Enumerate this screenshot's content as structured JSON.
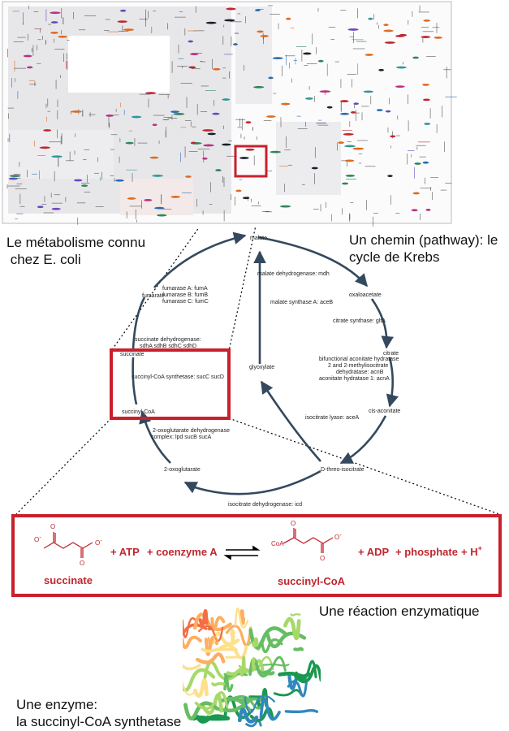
{
  "captions": {
    "metabolism": "Le métabolisme connu\n chez E. coli",
    "pathway": "Un chemin (pathway): le\ncycle de Krebs",
    "reaction": "Une réaction enzymatique",
    "enzyme": "Une enzyme:\nla succinyl-CoA synthetase"
  },
  "krebs": {
    "metabolites": {
      "malate": "malate",
      "oxaloacetate": "oxaloacetate",
      "citrate": "citrate",
      "cis_aconitate": "cis-aconitate",
      "isocitrate": "D-threo-isocitrate",
      "oxoglutarate": "2-oxoglutarate",
      "succinyl_coa": "succinyl-CoA",
      "succinate": "succinate",
      "fumarate": "fumarate",
      "glyoxylate": "glyoxylate"
    },
    "enzymes": {
      "mdh": "malate dehydrogenase: mdh",
      "aceB": "malate synthase A: aceB",
      "gltA": "citrate synthase: gltA",
      "acn_1": "bifunctional aconitate hydratase",
      "acn_2": "2 and 2-methylisocitrate",
      "acn_3": "dehydratase: acnB",
      "acn_4": "aconitate hydratase 1: acnA",
      "aceA": "isocitrate lyase: aceA",
      "icd": "isocitrate dehydrogenase: icd",
      "ogdh_1": "2-oxoglutarate dehydrogenase",
      "ogdh_2": "complex: lpd sucB sucA",
      "sucCD": "succinyl-CoA synthetase: sucC sucD",
      "sdh_1": "succinate dehydrogenase:",
      "sdh_2": "sdhA sdhB sdhC sdhD",
      "fum_A": "fumarase A: fumA",
      "fum_B": "fumarase B: fumB",
      "fum_C": "fumarase C: fumC"
    }
  },
  "reaction": {
    "substrate": "succinate",
    "plus_atp": "+ ATP",
    "plus_coa": "+ coenzyme A",
    "product": "succinyl-CoA",
    "plus_adp": "+ ADP",
    "plus_phosphate": "+ phosphate",
    "plus_h": "+ H",
    "h_charge": "+",
    "o_minus": "O",
    "minus": "-",
    "o": "O",
    "coa": "CoA"
  },
  "colors": {
    "accent_red": "#c9202c",
    "pathway_line": "#34495e",
    "chem_red": "#c0262e"
  }
}
